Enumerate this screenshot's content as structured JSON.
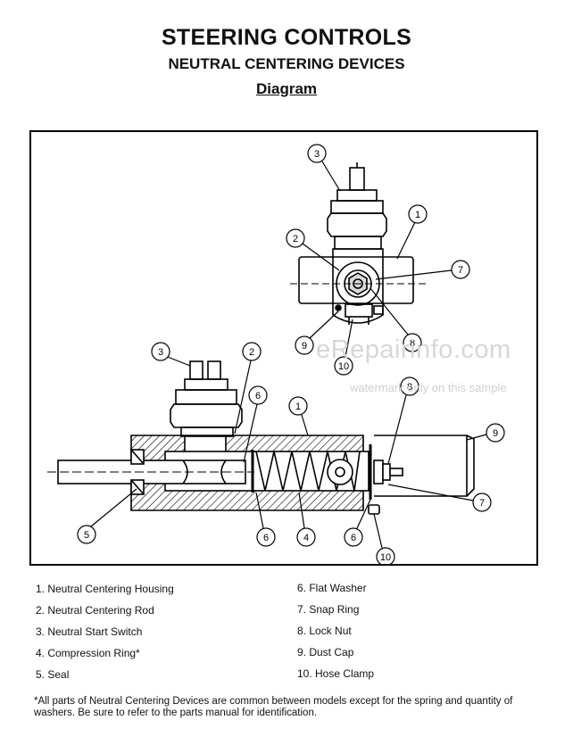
{
  "header": {
    "title": "STEERING CONTROLS",
    "subtitle": "NEUTRAL CENTERING DEVICES",
    "section": "Diagram"
  },
  "watermark": {
    "site": "eRepairinfo.com",
    "note": "watermark only on this sample"
  },
  "callouts": {
    "top_view": [
      "3",
      "1",
      "2",
      "7",
      "8",
      "9",
      "10"
    ],
    "side_view": [
      "3",
      "2",
      "6",
      "1",
      "9",
      "7",
      "5",
      "6",
      "4",
      "6",
      "10",
      "8"
    ]
  },
  "parts_left": [
    "1.  Neutral Centering Housing",
    "2.  Neutral Centering Rod",
    "3.  Neutral Start Switch",
    "4.  Compression Ring*",
    "5.  Seal"
  ],
  "parts_right": [
    "6.  Flat Washer",
    "7.  Snap Ring",
    "8.  Lock Nut",
    "9.  Dust Cap",
    "10. Hose Clamp"
  ],
  "footnote": "*All parts of Neutral Centering Devices are common between models except for the spring and quantity of washers. Be sure to refer to the parts manual for identification."
}
